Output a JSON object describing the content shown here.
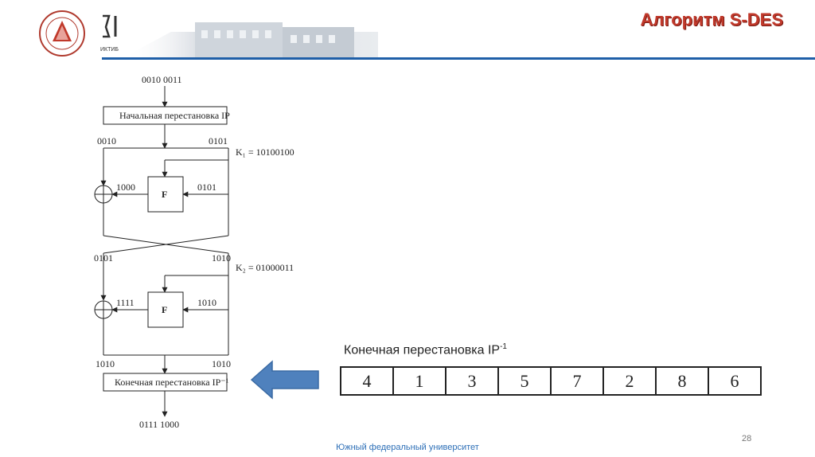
{
  "header": {
    "title": "Алгоритм S-DES",
    "logo_text": "ИКТИБ"
  },
  "diagram": {
    "input": "0010 0011",
    "ip_label": "Начальная перестановка IP",
    "left1": "0010",
    "right1": "0101",
    "k1": "K₁ = 10100100",
    "f_label": "F",
    "f1_out": "1000",
    "f1_in": "0101",
    "left2": "0101",
    "right2": "1010",
    "k2": "K₂ = 01000011",
    "f2_out": "1111",
    "f2_in": "1010",
    "left3": "1010",
    "right3": "1010",
    "fp_label": "Конечная перестановка IP⁻¹",
    "output": "0111 1000"
  },
  "permutation": {
    "caption": "Конечная перестановка IP",
    "caption_sup": "-1",
    "values": [
      "4",
      "1",
      "3",
      "5",
      "7",
      "2",
      "8",
      "6"
    ]
  },
  "footer": {
    "university": "Южный федеральный университет",
    "page_number": "28"
  },
  "colors": {
    "title": "#c0392b",
    "accent_line": "#1f5fa8",
    "arrow_fill": "#4f81bd",
    "footer_text": "#2d6fb7"
  }
}
